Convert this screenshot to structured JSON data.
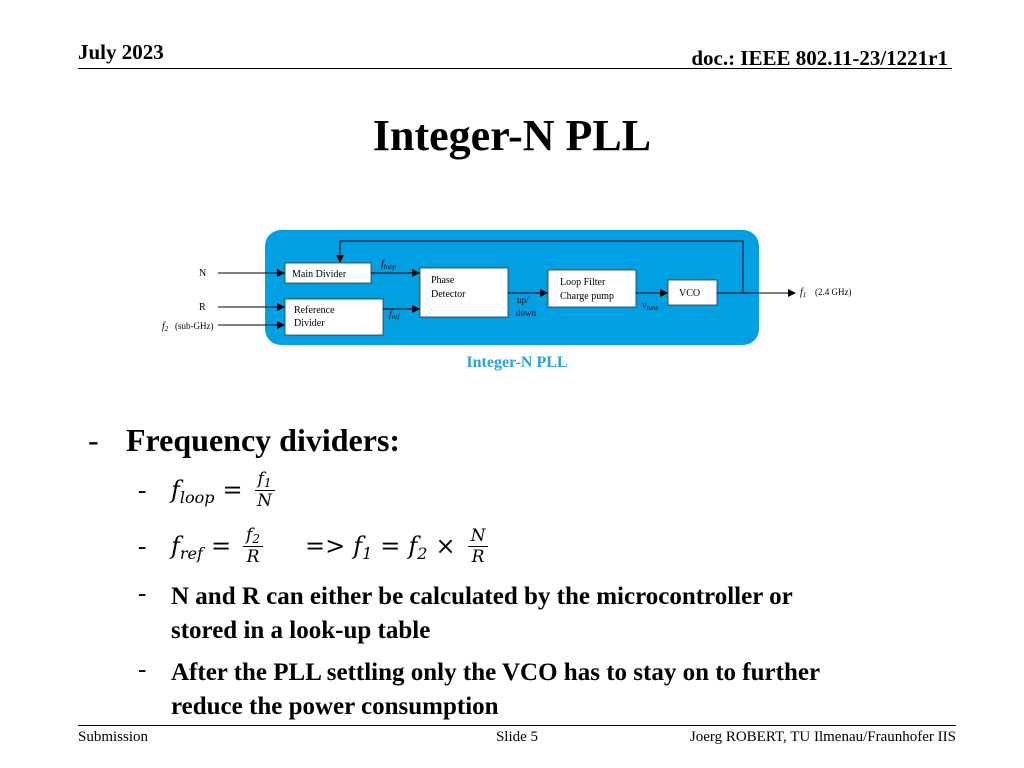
{
  "header": {
    "date": "July 2023",
    "doc_id": "doc.: IEEE 802.11-23/1221r1"
  },
  "title": "Integer-N PLL",
  "diagram": {
    "input_n": "N",
    "input_r": "R",
    "input_f2": "f",
    "input_f2_sub": "2",
    "input_f2_note": "(sub-GHz)",
    "main_divider": "Main Divider",
    "reference_divider_line1": "Reference",
    "reference_divider_line2": "Divider",
    "phase_detector_line1": "Phase",
    "phase_detector_line2": "Detector",
    "loop_filter_line1": "Loop Filter",
    "loop_filter_line2": "Charge pump",
    "vco": "VCO",
    "updown_line1": "up/",
    "updown_line2": "down",
    "f_loop": "f",
    "f_loop_sub": "loop",
    "f_ref": "f",
    "f_ref_sub": "ref",
    "v_tune": "v",
    "v_tune_sub": "tune",
    "output_f1": "f",
    "output_f1_sub": "1",
    "output_note": "(2.4 GHz)",
    "colors": {
      "box_fill": "#00a0e3",
      "text": "#000000"
    }
  },
  "caption": "Integer-N PLL",
  "bullets": {
    "heading": "Frequency dividers:",
    "dash": "-",
    "eq1": {
      "lhs": "f",
      "lhs_sub": "loop",
      "eq": "=",
      "num": "f",
      "num_sub": "1",
      "den": "N"
    },
    "eq2": {
      "lhs": "f",
      "lhs_sub": "ref",
      "eq": "=",
      "num": "f",
      "num_sub": "2",
      "den": "R",
      "implies": "=>",
      "r_lhs": "f",
      "r_lhs_sub": "1",
      "r_eq": "=",
      "r_f": "f",
      "r_f_sub": "2",
      "times": "×",
      "r_num": "N",
      "r_den": "R"
    },
    "item3_line1": "N and R can either be calculated by the microcontroller or",
    "item3_line2": "stored in a look-up table",
    "item4_line1": "After the PLL settling only the VCO has to stay on to further",
    "item4_line2": "reduce the power consumption"
  },
  "footer": {
    "left": "Submission",
    "center": "Slide 5",
    "right": "Joerg ROBERT, TU Ilmenau/Fraunhofer IIS"
  }
}
